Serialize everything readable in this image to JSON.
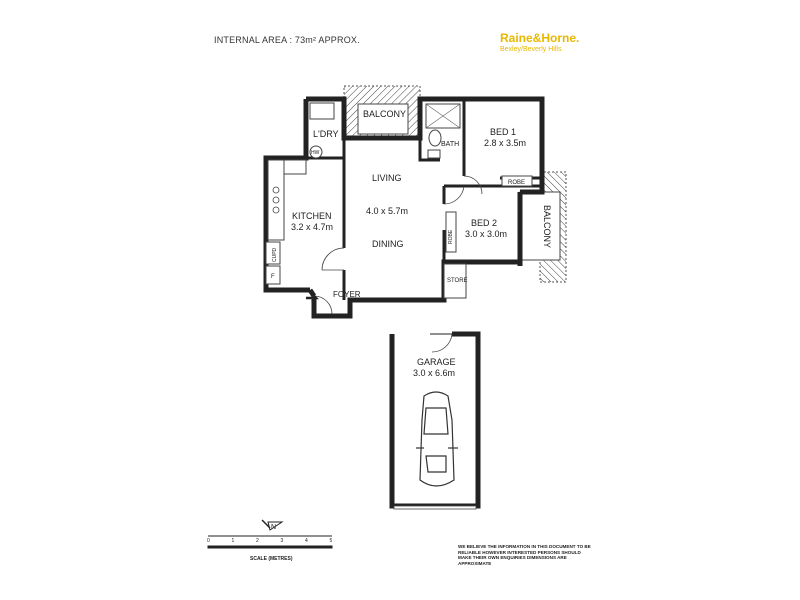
{
  "header": {
    "internal_area": "INTERNAL AREA : 73m² APPROX."
  },
  "brand": {
    "name": "Raine&Horne.",
    "office": "Bexley/Beverly Hills",
    "color": "#e8b800"
  },
  "rooms": {
    "balcony_top": "BALCONY",
    "laundry": "L'DRY",
    "hw": "HW",
    "bath": "BATH",
    "bed1_name": "BED 1",
    "bed1_size": "2.8 x 3.5m",
    "robe1": "ROBE",
    "living": "LIVING",
    "living_size": "4.0 x 5.7m",
    "dining": "DINING",
    "kitchen_name": "KITCHEN",
    "kitchen_size": "3.2 x 4.7m",
    "cupd": "CUPD",
    "fridge": "F",
    "bed2_name": "BED 2",
    "bed2_size": "3.0 x 3.0m",
    "robe2": "ROBE",
    "balcony_side": "BALCONY",
    "store": "STORE",
    "foyer": "FOYER",
    "garage_name": "GARAGE",
    "garage_size": "3.0 x 6.6m"
  },
  "scale": {
    "title": "SCALE (METRES)",
    "ticks": [
      "0",
      "1",
      "2",
      "3",
      "4",
      "5"
    ]
  },
  "north": "N",
  "disclaimer": "WE BELIEVE THE INFORMATION IN THIS DOCUMENT TO BE RELIABLE HOWEVER INTERESTED PERSONS SHOULD MAKE THEIR OWN ENQUIRIES DIMENSIONS ARE APPROXIMATE"
}
